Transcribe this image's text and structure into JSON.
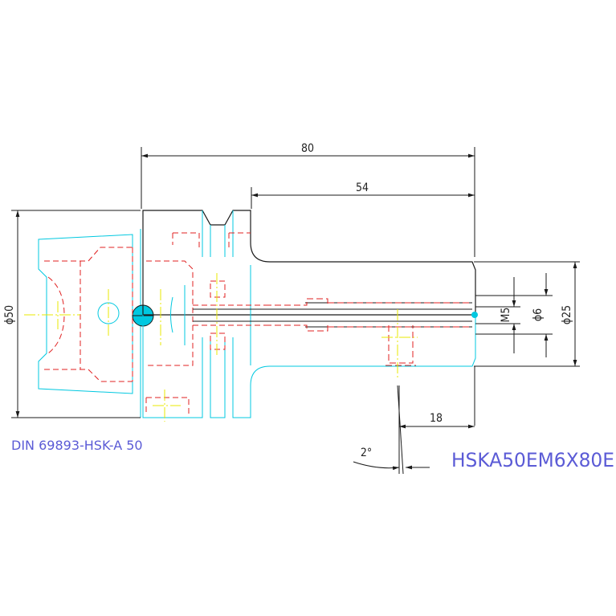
{
  "dimensions": {
    "overall_length": "80",
    "shank_length": "54",
    "tip_offset": "18",
    "flange_diameter": "ϕ50",
    "shank_diameter": "ϕ25",
    "bore_diameter": "ϕ6",
    "thread": "M5",
    "taper_angle": "2°"
  },
  "labels": {
    "standard": "DIN 69893-HSK-A 50",
    "part_number": "HSKA50EM6X80E"
  },
  "colors": {
    "outline": "#1a1a1a",
    "contour": "#00c8e0",
    "hidden": "#e02020",
    "centerline": "#e8e800",
    "title": "#5b5bd6",
    "fill": "#00c8e0"
  }
}
